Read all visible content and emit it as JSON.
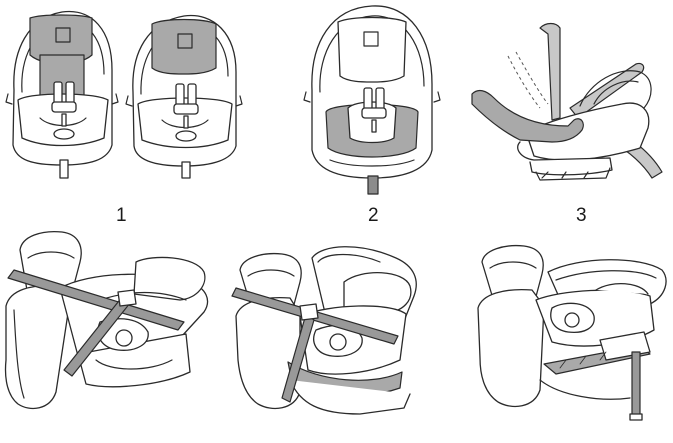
{
  "steps": [
    {
      "number": "1"
    },
    {
      "number": "2"
    },
    {
      "number": "3"
    }
  ],
  "colors": {
    "shade": "#a9a9a9",
    "shade_light": "#c8c8c8",
    "strap": "#999999",
    "outline": "#2b2b2b"
  },
  "icons": [
    "baby-car-seat-icon",
    "car-seat-icon",
    "seat-belt-icon",
    "isofix-base-icon"
  ]
}
